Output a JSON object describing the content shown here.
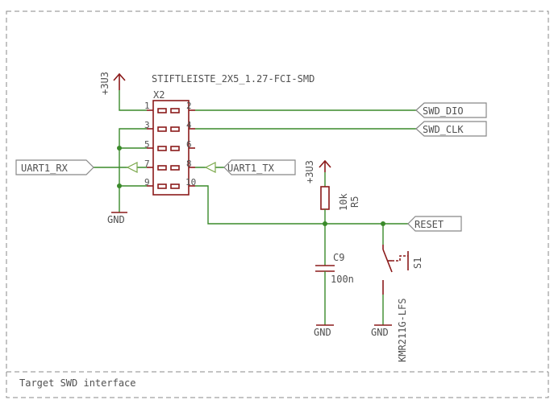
{
  "frame": {
    "title": "Target SWD interface"
  },
  "connector": {
    "ref": "X2",
    "value": "STIFTLEISTE_2X5_1.27-FCI-SMD",
    "pins": [
      "1",
      "2",
      "3",
      "4",
      "5",
      "6",
      "7",
      "8",
      "9",
      "10"
    ]
  },
  "net_labels": {
    "swd_dio": "SWD_DIO",
    "swd_clk": "SWD_CLK",
    "uart_rx": "UART1_RX",
    "uart_tx": "UART1_TX",
    "reset": "RESET"
  },
  "power": {
    "vcc_label": "+3U3",
    "gnd_label": "GND"
  },
  "resistor": {
    "ref": "R5",
    "value": "10k"
  },
  "capacitor": {
    "ref": "C9",
    "value": "100n"
  },
  "switch": {
    "ref": "S1",
    "value": "KMR211G-LFS"
  },
  "colors": {
    "wire": "#3a8a2a",
    "component": "#8b1a1a",
    "text": "#505050",
    "frame": "#8a8a8a"
  }
}
